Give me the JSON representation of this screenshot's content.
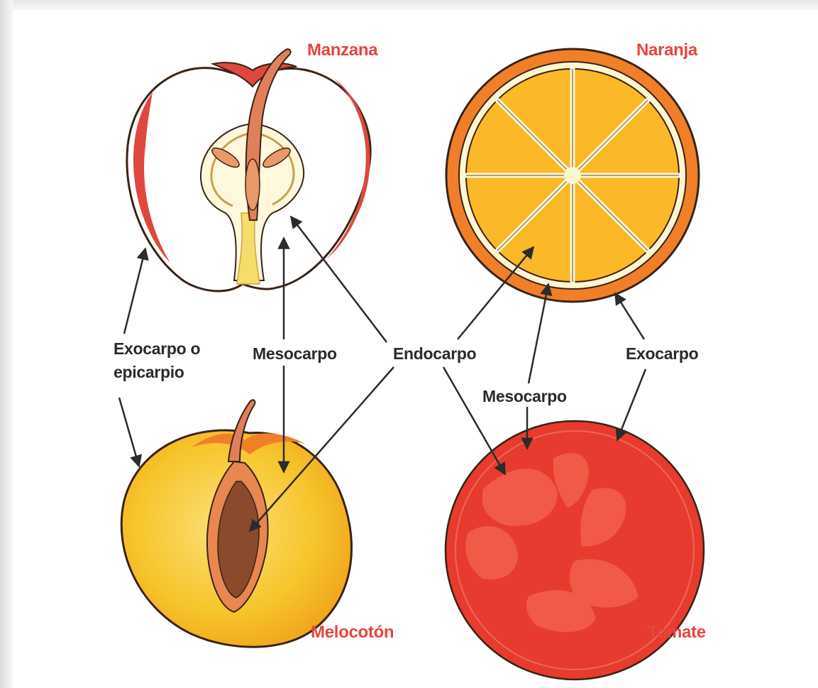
{
  "fruits": {
    "apple": "Manzana",
    "orange": "Naranja",
    "peach": "Melocotón",
    "tomato": "Tomate"
  },
  "parts": {
    "exocarp_left_line1": "Exocarpo o",
    "exocarp_left_line2": "epicarpio",
    "mesocarp_left": "Mesocarpo",
    "endocarp": "Endocarpo",
    "mesocarp_right": "Mesocarpo",
    "exocarp_right": "Exocarpo"
  },
  "colors": {
    "fruit_label": "#e8453c",
    "part_label": "#2b2b2b",
    "orange_pulp": "#fbb829",
    "orange_peel": "#f07f2a",
    "orange_albedo": "#fff6cf",
    "tomato_skin": "#e63b2e",
    "tomato_locule": "#f05a47",
    "peach_flesh": "#f7c52c",
    "peach_stone": "#8b4a2b",
    "apple_skin": "#e0483f"
  }
}
